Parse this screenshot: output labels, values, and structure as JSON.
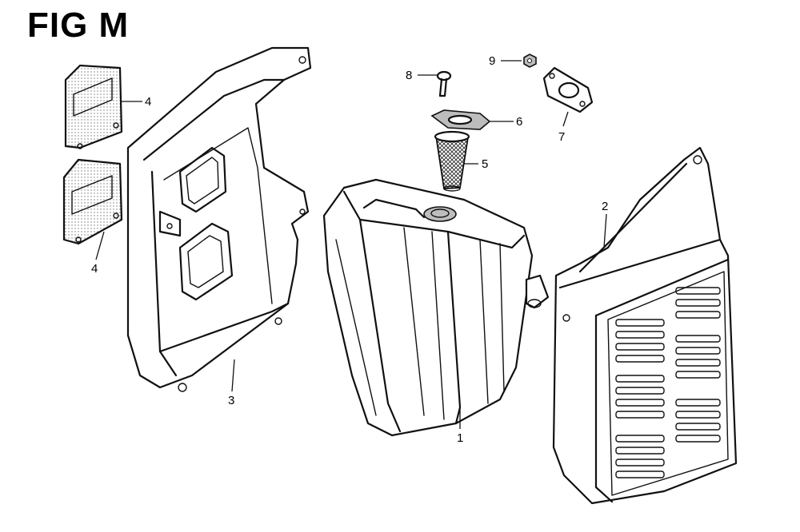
{
  "title": "FIG M",
  "callouts": [
    {
      "id": "1",
      "label": "1"
    },
    {
      "id": "2",
      "label": "2"
    },
    {
      "id": "3",
      "label": "3"
    },
    {
      "id": "4a",
      "label": "4"
    },
    {
      "id": "4b",
      "label": "4"
    },
    {
      "id": "5",
      "label": "5"
    },
    {
      "id": "6",
      "label": "6"
    },
    {
      "id": "7",
      "label": "7"
    },
    {
      "id": "8",
      "label": "8"
    },
    {
      "id": "9",
      "label": "9"
    }
  ]
}
